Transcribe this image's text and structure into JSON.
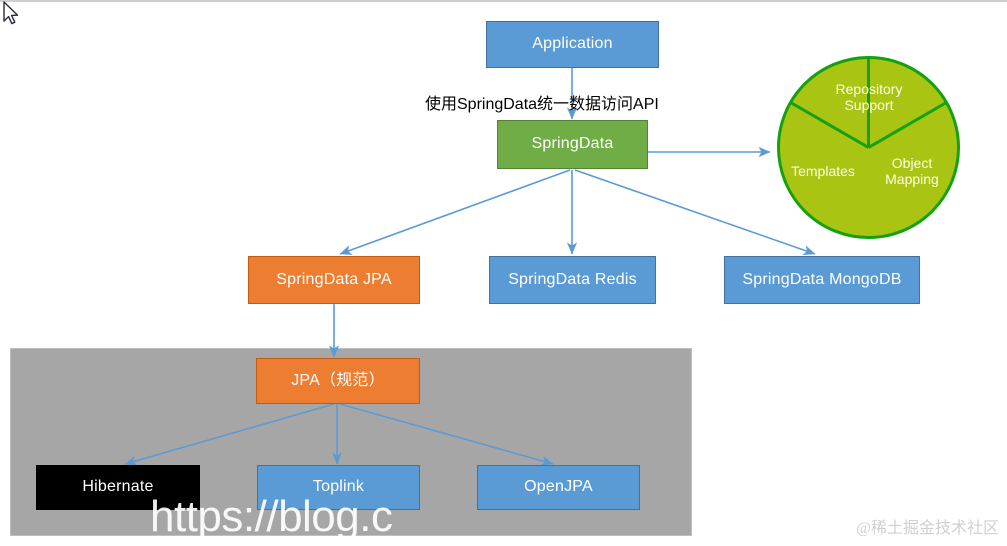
{
  "diagram": {
    "title": "SpringData architecture diagram",
    "background": "#FFFFFF",
    "colors": {
      "blue": "#5B9BD5",
      "blue_border": "#41719C",
      "green": "#70AD47",
      "green_border": "#548235",
      "orange": "#ED7D31",
      "orange_border": "#C55A11",
      "black": "#000000",
      "gray_container": "#A6A6A6",
      "pie_fill": "#A9C413",
      "pie_stroke": "#13A10E",
      "arrow": "#5B9BD5",
      "label_text": "#000000"
    }
  },
  "nodes": {
    "application": {
      "label": "Application",
      "style": "blue"
    },
    "springdata": {
      "label": "SpringData",
      "style": "green"
    },
    "springdata_jpa": {
      "label": "SpringData JPA",
      "style": "orange"
    },
    "springdata_redis": {
      "label": "SpringData Redis",
      "style": "blue"
    },
    "springdata_mongodb": {
      "label": "SpringData MongoDB",
      "style": "blue"
    },
    "jpa_spec": {
      "label": "JPA（规范）",
      "style": "orange"
    },
    "hibernate": {
      "label": "Hibernate",
      "style": "black"
    },
    "toplink": {
      "label": "Toplink",
      "style": "blue"
    },
    "openjpa": {
      "label": "OpenJPA",
      "style": "blue"
    }
  },
  "labels": {
    "api_note": "使用SpringData统一数据访问API"
  },
  "pie": {
    "segments": [
      {
        "name": "repository-support",
        "line1": "Repository",
        "line2": "Support"
      },
      {
        "name": "object-mapping",
        "line1": "Object",
        "line2": "Mapping"
      },
      {
        "name": "templates",
        "line1": "Templates",
        "line2": ""
      }
    ]
  },
  "watermarks": {
    "url": "https://blog.c",
    "brand": "@稀土掘金技术社区"
  },
  "icons": {
    "cursor": "mouse-pointer-icon"
  },
  "chart_data": {
    "type": "pie",
    "title": "SpringData core capabilities",
    "categories": [
      "Repository Support",
      "Object Mapping",
      "Templates"
    ],
    "values": [
      33.3,
      33.3,
      33.3
    ],
    "start_angle_deg": 90,
    "legend": "none",
    "grid": false,
    "colors": [
      "#A9C413",
      "#A9C413",
      "#A9C413"
    ],
    "stroke": "#13A10E"
  }
}
